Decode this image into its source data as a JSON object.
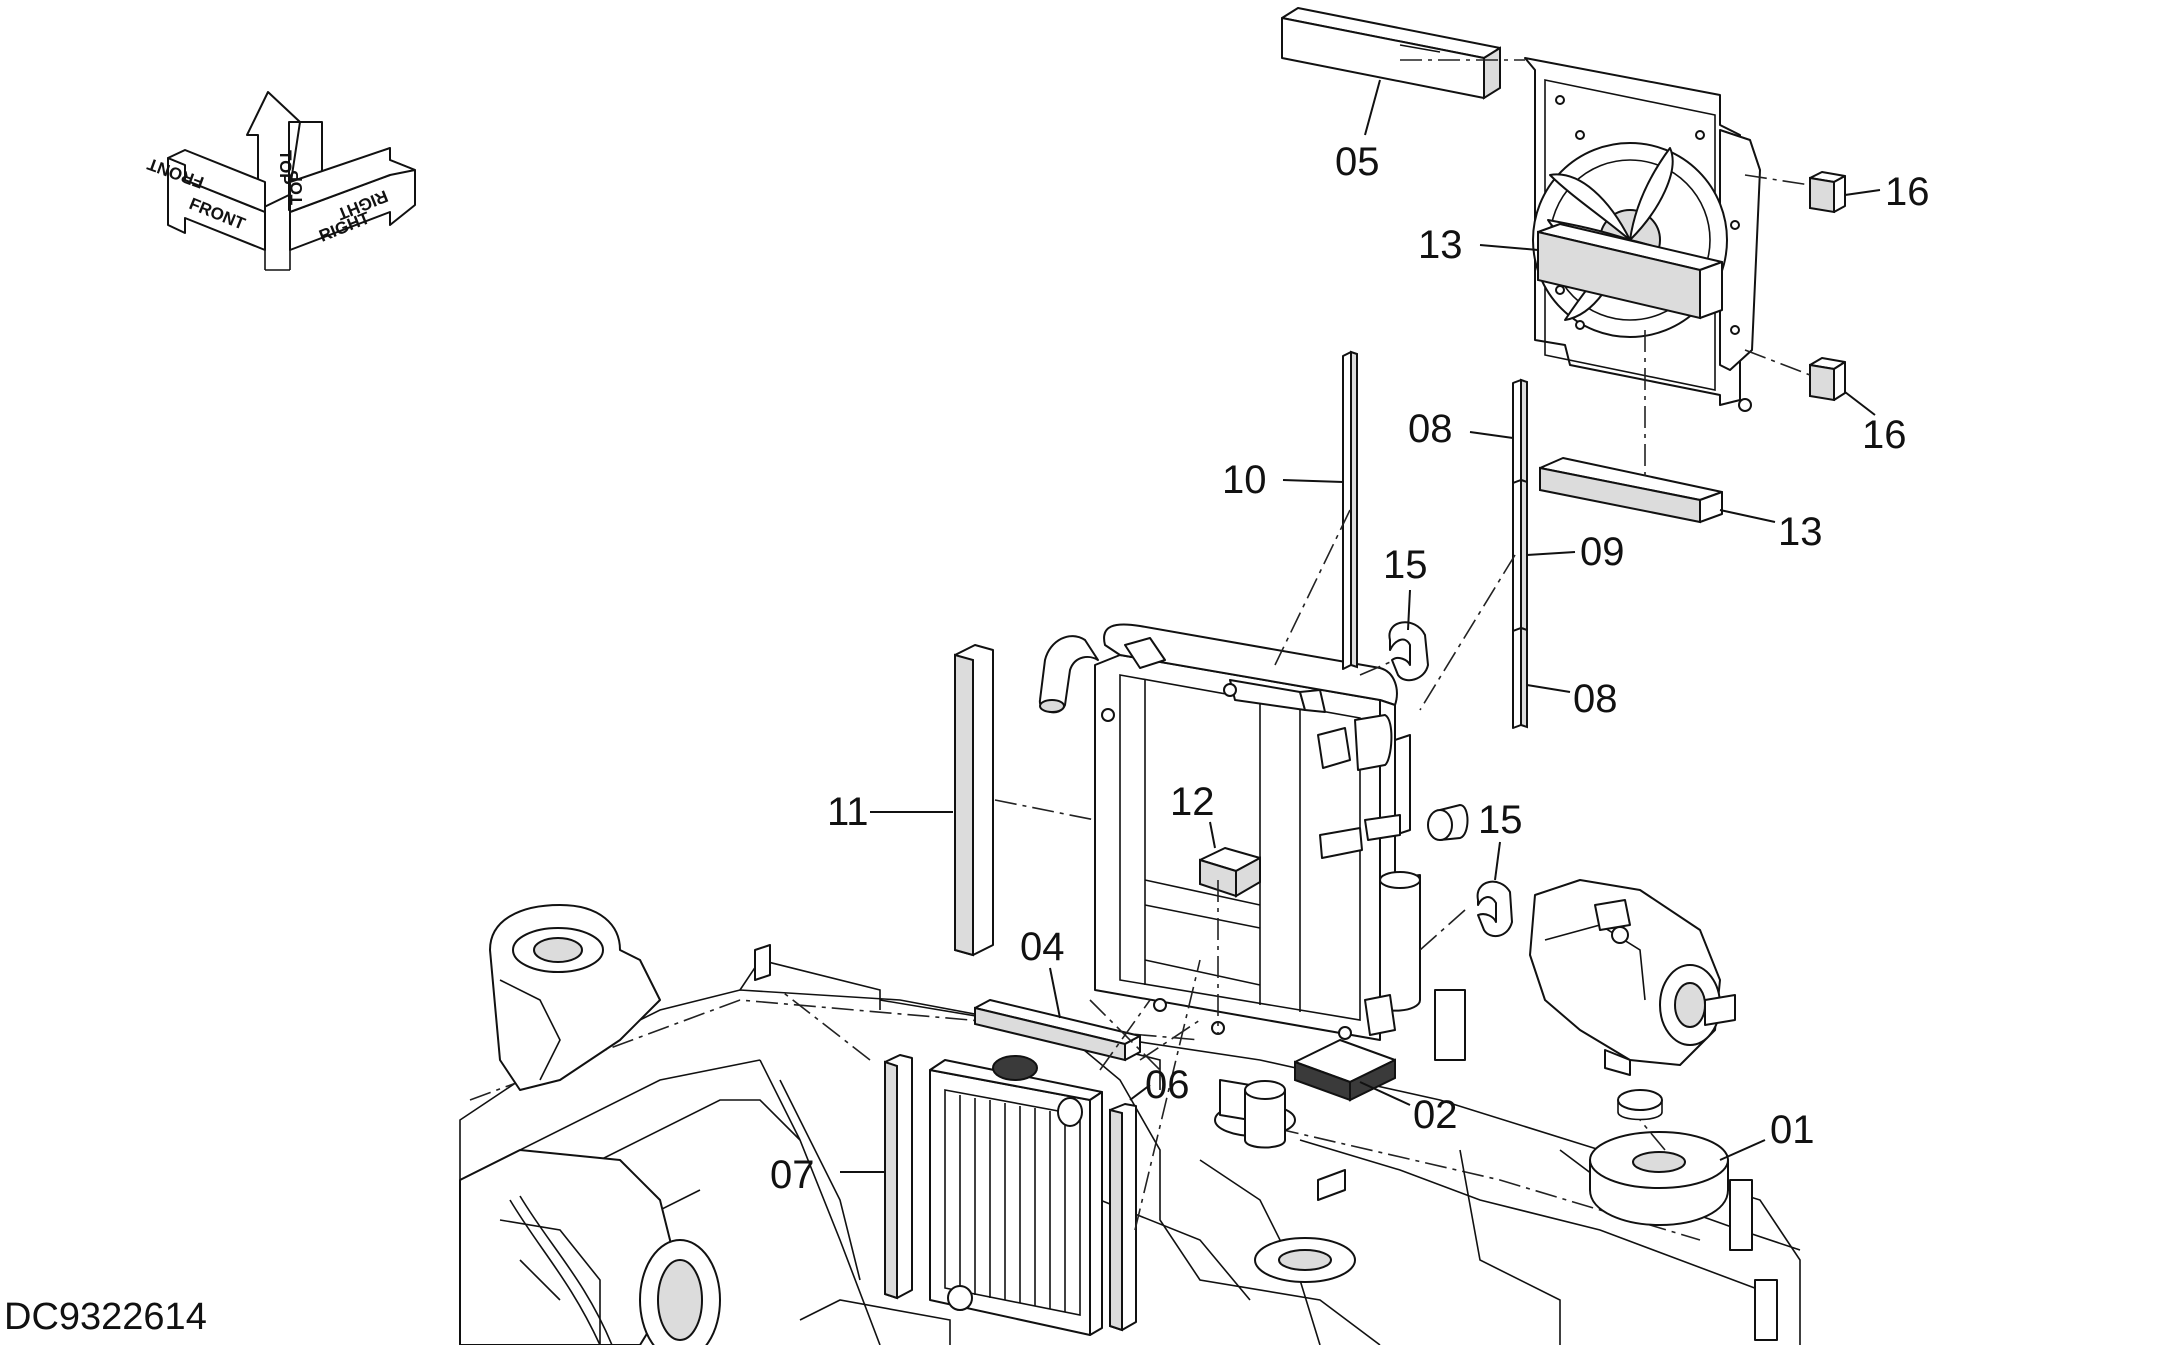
{
  "drawing_code": "DC9322614",
  "orientation": {
    "front": "FRONT",
    "top": "TOP",
    "right": "RIGHT"
  },
  "callouts": [
    {
      "id": "c01",
      "label": "01"
    },
    {
      "id": "c02",
      "label": "02"
    },
    {
      "id": "c04",
      "label": "04"
    },
    {
      "id": "c05",
      "label": "05"
    },
    {
      "id": "c06",
      "label": "06"
    },
    {
      "id": "c07",
      "label": "07"
    },
    {
      "id": "c08a",
      "label": "08"
    },
    {
      "id": "c08b",
      "label": "08"
    },
    {
      "id": "c09",
      "label": "09"
    },
    {
      "id": "c10",
      "label": "10"
    },
    {
      "id": "c11",
      "label": "11"
    },
    {
      "id": "c12",
      "label": "12"
    },
    {
      "id": "c13a",
      "label": "13"
    },
    {
      "id": "c13b",
      "label": "13"
    },
    {
      "id": "c15a",
      "label": "15"
    },
    {
      "id": "c15b",
      "label": "15"
    },
    {
      "id": "c16a",
      "label": "16"
    },
    {
      "id": "c16b",
      "label": "16"
    }
  ]
}
